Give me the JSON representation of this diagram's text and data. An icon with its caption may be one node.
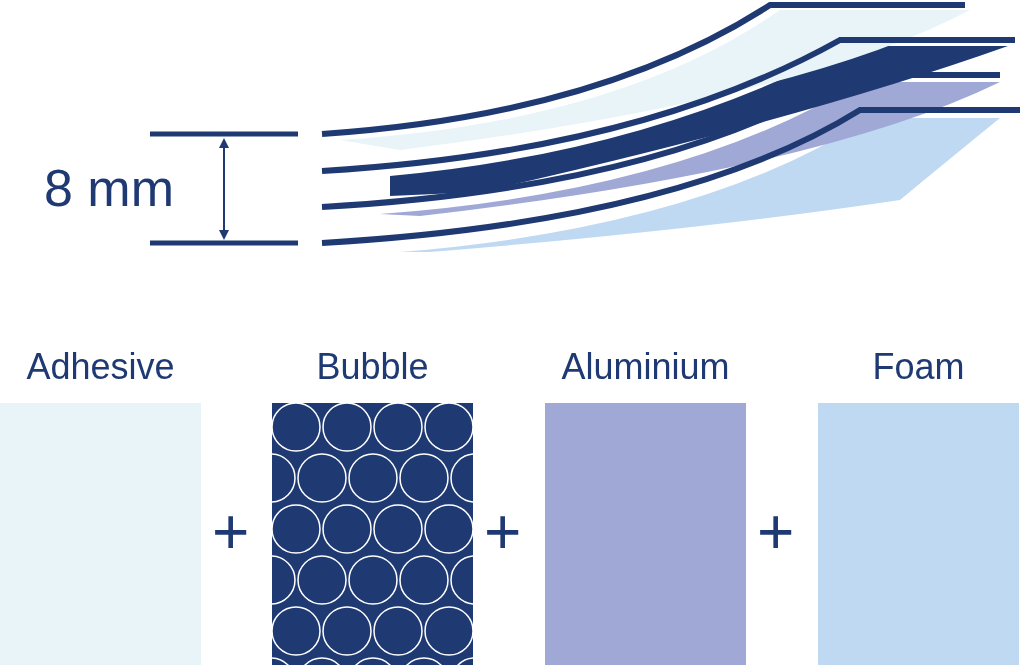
{
  "diagram": {
    "nodes": [
      {
        "text": [
          "Adhesive"
        ]
      },
      {
        "text": [
          "Bubble"
        ]
      },
      {
        "text": [
          "Aluminium"
        ]
      },
      {
        "text": [
          "Foam"
        ]
      }
    ],
    "labels": [
      "8 mm",
      "+",
      "+",
      "+"
    ]
  }
}
